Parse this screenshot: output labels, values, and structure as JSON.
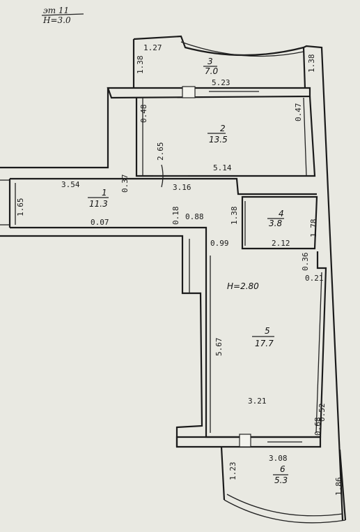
{
  "header": {
    "line1": "эт 11",
    "line2": "Н=3.0"
  },
  "ceiling_height": "Н=2.80",
  "rooms": [
    {
      "number": "3",
      "area": "7.0"
    },
    {
      "number": "2",
      "area": "13.5"
    },
    {
      "number": "1",
      "area": "11.3"
    },
    {
      "number": "4",
      "area": "3.8"
    },
    {
      "number": "5",
      "area": "17.7"
    },
    {
      "number": "6",
      "area": "5.3"
    }
  ],
  "dimensions": {
    "d_1_27": "1.27",
    "d_1_38": "1.38",
    "d_1_38b": "1.38",
    "d_5_23": "5.23",
    "d_0_48": "0.48",
    "d_0_47": "0.47",
    "d_2_65": "2.65",
    "d_5_14": "5.14",
    "d_3_54": "3.54",
    "d_0_37": "0.37",
    "d_3_16": "3.16",
    "d_1_65": "1.65",
    "d_0_07": "0.07",
    "d_0_18": "0.18",
    "d_0_88": "0.88",
    "d_1_38c": "1.38",
    "d_1_78": "1.78",
    "d_0_99": "0.99",
    "d_2_12": "2.12",
    "d_0_36": "0.36",
    "d_0_21": "0.21",
    "d_5_67": "5.67",
    "d_3_21": "3.21",
    "d_0_52": "0.52",
    "d_0_68": "0.68",
    "d_3_08": "3.08",
    "d_1_23": "1.23",
    "d_1_86": "1.86"
  }
}
